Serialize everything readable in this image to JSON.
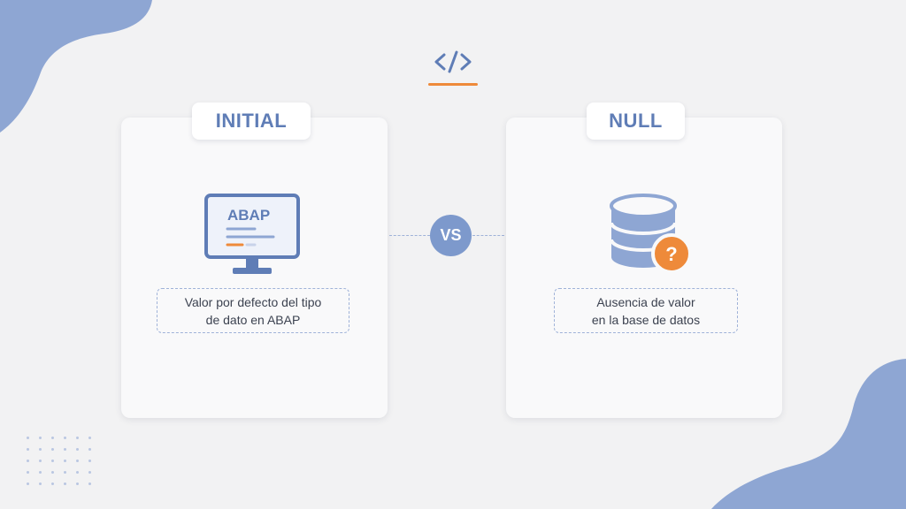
{
  "colors": {
    "accent_blue": "#5f7db6",
    "blob_blue": "#8ea6d3",
    "accent_orange": "#ee8a3a",
    "background": "#f2f2f3",
    "card": "#f9f9fa"
  },
  "header": {
    "icon": "code-brackets-icon"
  },
  "left_card": {
    "title": "INITIAL",
    "icon": "monitor-icon",
    "screen_text": "ABAP",
    "description_line1": "Valor por defecto del tipo",
    "description_line2": "de dato en ABAP"
  },
  "right_card": {
    "title": "NULL",
    "icon": "database-question-icon",
    "badge_text": "?",
    "description_line1": "Ausencia de valor",
    "description_line2": "en la base de datos"
  },
  "versus": {
    "label": "VS"
  }
}
